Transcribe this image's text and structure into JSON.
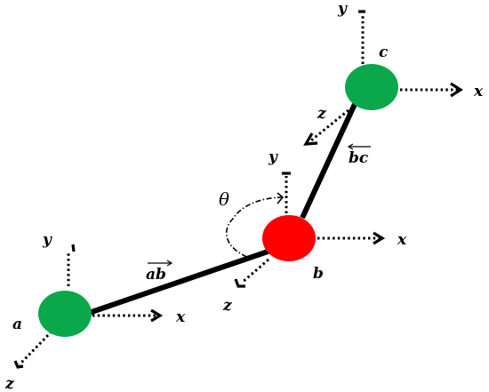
{
  "diagram": {
    "node_colors": {
      "a": "#0aa84a",
      "b": "#ff0000",
      "c": "#0aa84a"
    },
    "nodes": {
      "a": "a",
      "b": "b",
      "c": "c"
    },
    "vectors": {
      "ab": "ab",
      "bc": "bc"
    },
    "axes": {
      "x": "x",
      "y": "y",
      "z": "z"
    },
    "angle": "θ"
  }
}
